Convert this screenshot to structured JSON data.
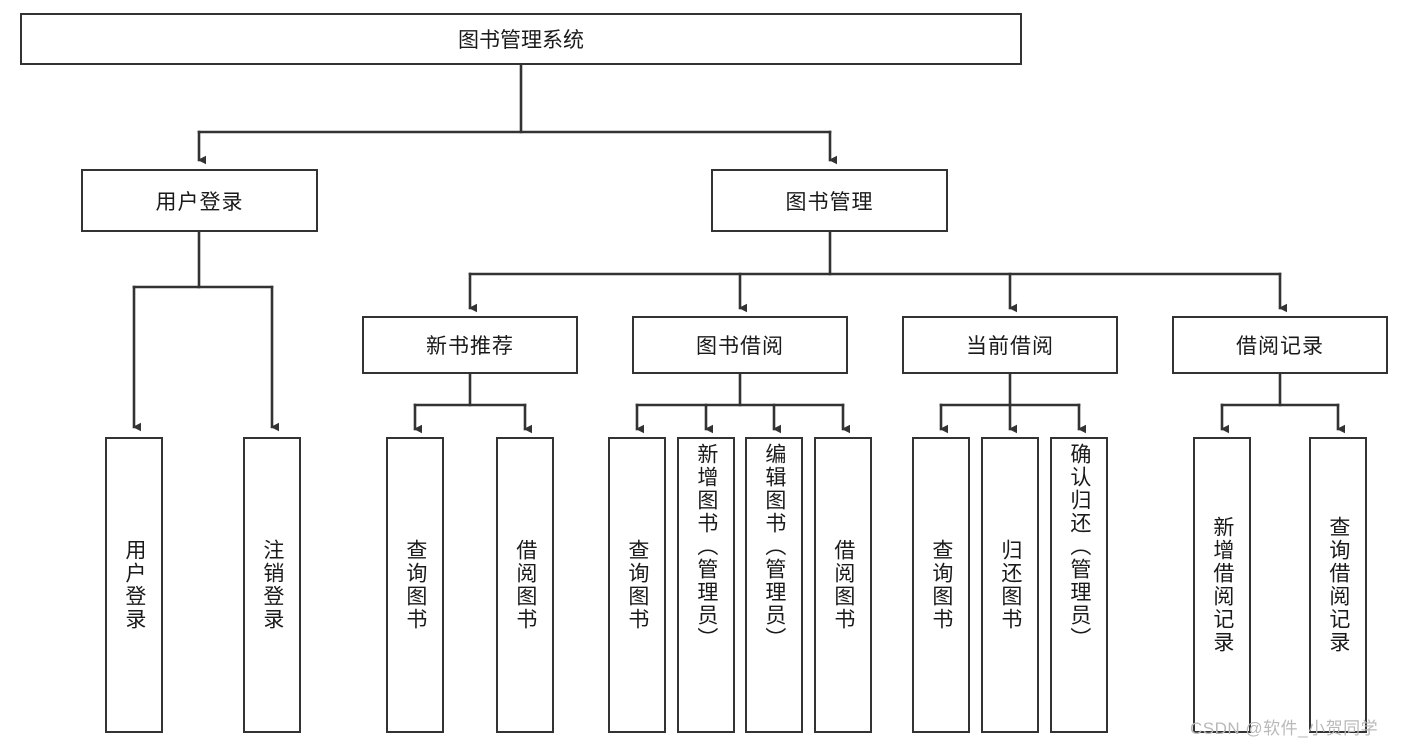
{
  "diagram": {
    "type": "tree-hierarchy-diagram",
    "title": "图书管理系统",
    "colors": {
      "box_border": "#333333",
      "box_fill": "#ffffff",
      "connector": "#333333",
      "text": "#1a1a1a",
      "watermark": "#b9b9b9"
    },
    "root": {
      "label": "图书管理系统"
    },
    "level2": [
      {
        "label": "用户登录"
      },
      {
        "label": "图书管理"
      }
    ],
    "level3": [
      {
        "label": "新书推荐"
      },
      {
        "label": "图书借阅"
      },
      {
        "label": "当前借阅"
      },
      {
        "label": "借阅记录"
      }
    ],
    "leaves": {
      "user_login": [
        {
          "label": "用户登录"
        },
        {
          "label": "注销登录"
        }
      ],
      "new_book_recommend": [
        {
          "label": "查询图书"
        },
        {
          "label": "借阅图书"
        }
      ],
      "book_borrow": [
        {
          "label": "查询图书"
        },
        {
          "label": "新增图书（管理员）"
        },
        {
          "label": "编辑图书（管理员）"
        },
        {
          "label": "借阅图书"
        }
      ],
      "current_borrow": [
        {
          "label": "查询图书"
        },
        {
          "label": "归还图书"
        },
        {
          "label": "确认归还（管理员）"
        }
      ],
      "borrow_record": [
        {
          "label": "新增借阅记录"
        },
        {
          "label": "查询借阅记录"
        }
      ]
    }
  },
  "watermark": {
    "text": "CSDN @软件_小贺同学"
  }
}
